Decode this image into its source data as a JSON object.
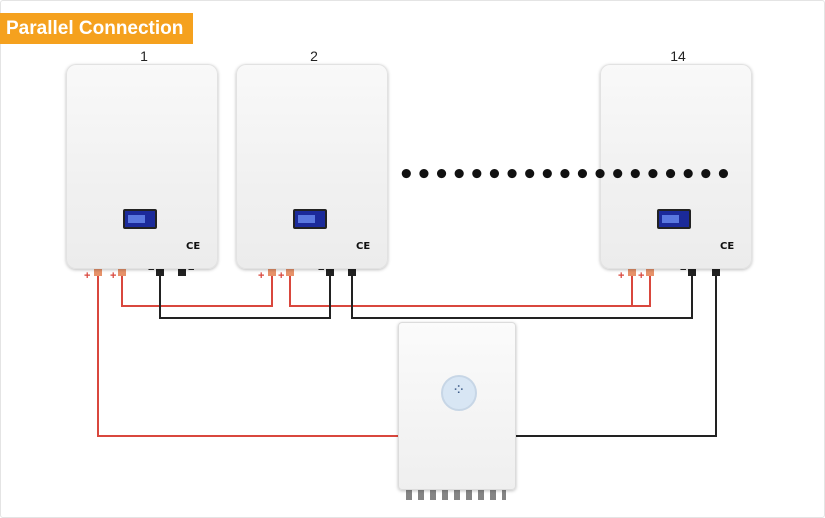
{
  "diagram": {
    "title": "Parallel Connection",
    "batteries": [
      {
        "label": "1"
      },
      {
        "label": "2"
      },
      {
        "label": "14"
      }
    ],
    "ellipsis": "•••••••••••••••••••",
    "ce_mark": "CE",
    "terminal_plus": "+",
    "terminal_minus": "−",
    "colors": {
      "title_badge": "#f5a11e",
      "positive_cable": "#d9473d",
      "negative_cable": "#222222"
    },
    "icons": [
      "lcd-display-icon",
      "ce-mark-icon",
      "inverter-display-icon"
    ]
  }
}
